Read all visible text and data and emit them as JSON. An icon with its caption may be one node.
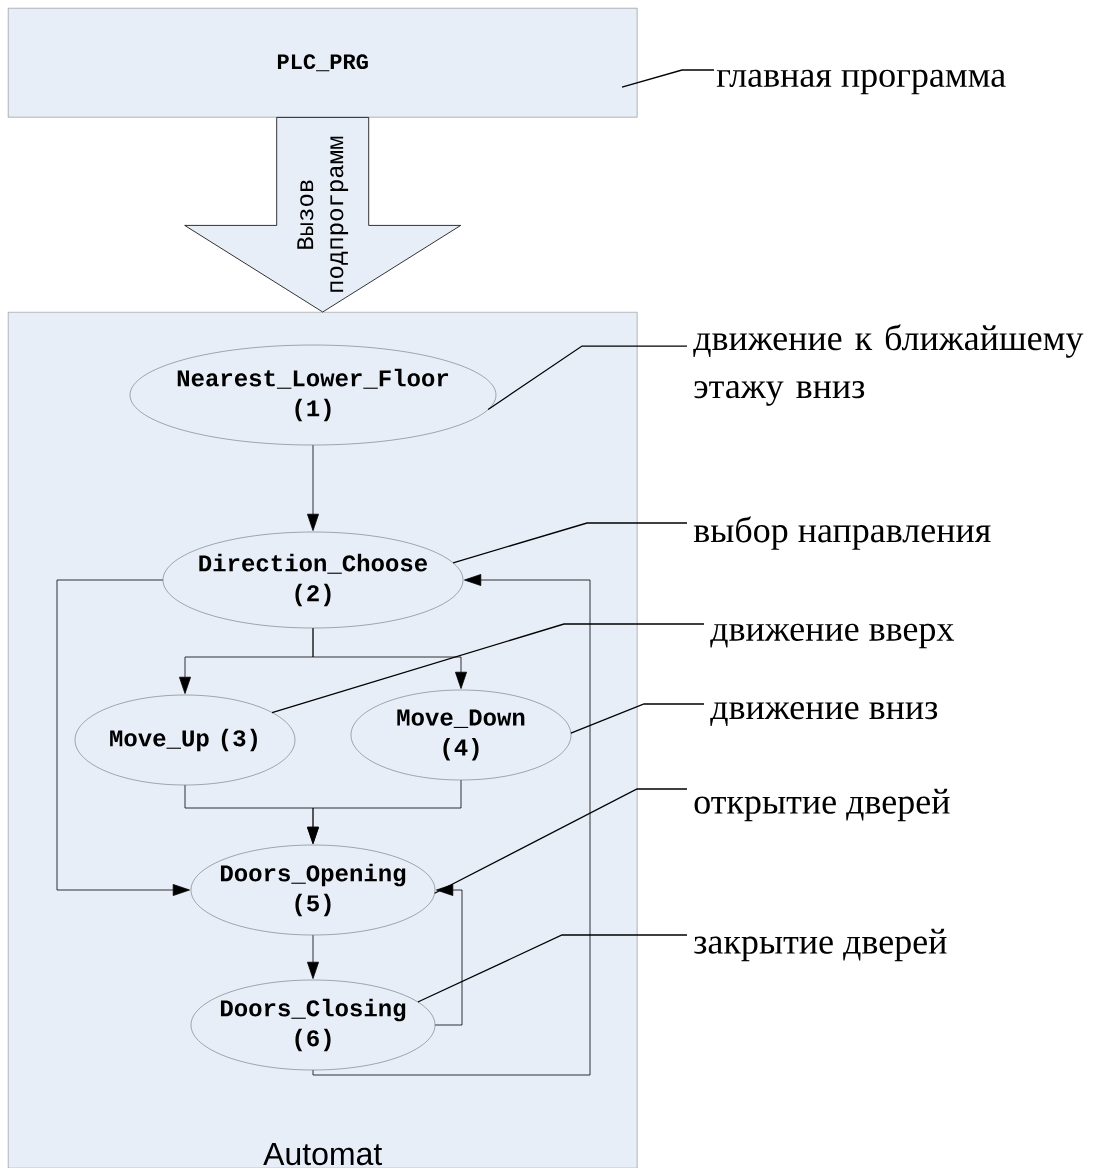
{
  "diagram": {
    "nodes": [
      {
        "text": [
          "PLC_PRG"
        ]
      },
      {
        "text": [
          "Automat"
        ]
      },
      {
        "text": [
          "Nearest_Lower_Floor (1)"
        ],
        "in": 1
      },
      {
        "text": [
          "Direction_Choose (2)"
        ],
        "in": 1
      },
      {
        "text": [
          "Move_Up (3)"
        ],
        "in": 1
      },
      {
        "text": [
          "Move_Down (4)"
        ],
        "in": 1
      },
      {
        "text": [
          "Doors_Opening (5)"
        ],
        "in": 1
      },
      {
        "text": [
          "Doors_Closing (6)"
        ],
        "in": 1
      },
      {
        "text": [
          "главная программа"
        ]
      },
      {
        "text": [
          "движение к ближайшему этажу вниз"
        ]
      },
      {
        "text": [
          "выбор направления"
        ]
      },
      {
        "text": [
          "движение вверх"
        ]
      },
      {
        "text": [
          "движение вниз"
        ]
      },
      {
        "text": [
          "открытие дверей"
        ]
      },
      {
        "text": [
          "закрытие дверей"
        ]
      }
    ],
    "edges": [
      {
        "from": 0,
        "to": 1,
        "arrow": "to",
        "label": "Вызов подпрограмм",
        "style": "thick"
      },
      {
        "from": 2,
        "to": 3,
        "arrow": "to"
      },
      {
        "from": 3,
        "to": 4,
        "arrow": "to"
      },
      {
        "from": 3,
        "to": 5,
        "arrow": "to"
      },
      {
        "from": 3,
        "to": 6,
        "arrow": "to"
      },
      {
        "from": 4,
        "to": 6,
        "arrow": "to"
      },
      {
        "from": 5,
        "to": 6,
        "arrow": "to"
      },
      {
        "from": 6,
        "to": 7,
        "arrow": "to"
      },
      {
        "from": 7,
        "to": 6,
        "arrow": "to"
      },
      {
        "from": 7,
        "to": 3,
        "arrow": "to"
      },
      {
        "from": 8,
        "to": 0,
        "arrow": "none"
      },
      {
        "from": 9,
        "to": 2,
        "arrow": "none"
      },
      {
        "from": 10,
        "to": 3,
        "arrow": "none"
      },
      {
        "from": 11,
        "to": 4,
        "arrow": "none"
      },
      {
        "from": 12,
        "to": 5,
        "arrow": "none"
      },
      {
        "from": 13,
        "to": 6,
        "arrow": "none"
      },
      {
        "from": 14,
        "to": 7,
        "arrow": "none"
      }
    ]
  }
}
